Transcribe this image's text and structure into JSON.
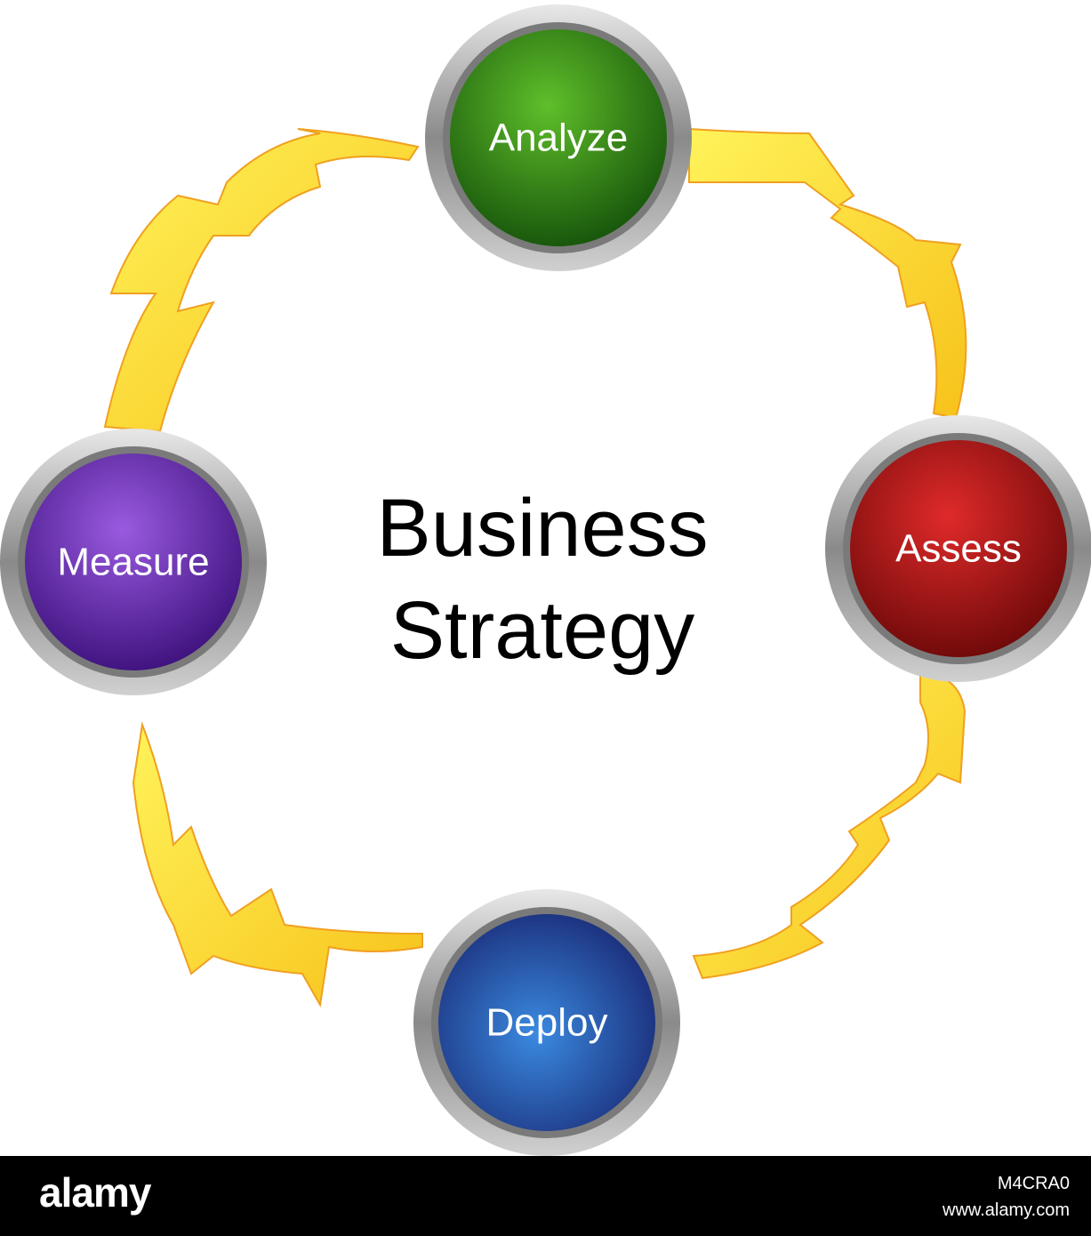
{
  "diagram": {
    "title_line1": "Business",
    "title_line2": "Strategy",
    "nodes": [
      {
        "label": "Analyze",
        "color": "#1f7a10"
      },
      {
        "label": "Assess",
        "color": "#a80f0f"
      },
      {
        "label": "Deploy",
        "color": "#1c3a96"
      },
      {
        "label": "Measure",
        "color": "#5a1fa6"
      }
    ],
    "connector_color": "#f5d21a",
    "connector_outline": "#f0a020",
    "ring_color": "#9a9a9a"
  },
  "watermark": {
    "logo": "alamy",
    "image_id": "M4CRA0",
    "url": "www.alamy.com"
  }
}
